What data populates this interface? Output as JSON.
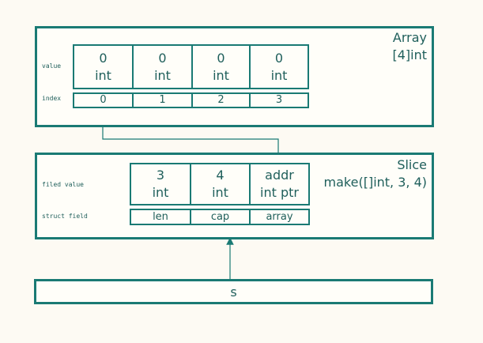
{
  "array": {
    "title_line1": "Array",
    "title_line2": "[4]int",
    "row_label_value": "value",
    "row_label_index": "index",
    "values": [
      {
        "value": "0",
        "type": "int"
      },
      {
        "value": "0",
        "type": "int"
      },
      {
        "value": "0",
        "type": "int"
      },
      {
        "value": "0",
        "type": "int"
      }
    ],
    "indices": [
      "0",
      "1",
      "2",
      "3"
    ]
  },
  "slice": {
    "title_line1": "Slice",
    "title_line2": "make([]int, 3, 4)",
    "row_label_value": "filed value",
    "row_label_field": "struct field",
    "values": [
      {
        "value": "3",
        "type": "int"
      },
      {
        "value": "4",
        "type": "int"
      },
      {
        "value": "addr",
        "type": "int ptr"
      }
    ],
    "fields": [
      "len",
      "cap",
      "array"
    ]
  },
  "variable": {
    "name": "s"
  },
  "colors": {
    "stroke": "#1a7a74",
    "background": "#fdfaf3"
  }
}
